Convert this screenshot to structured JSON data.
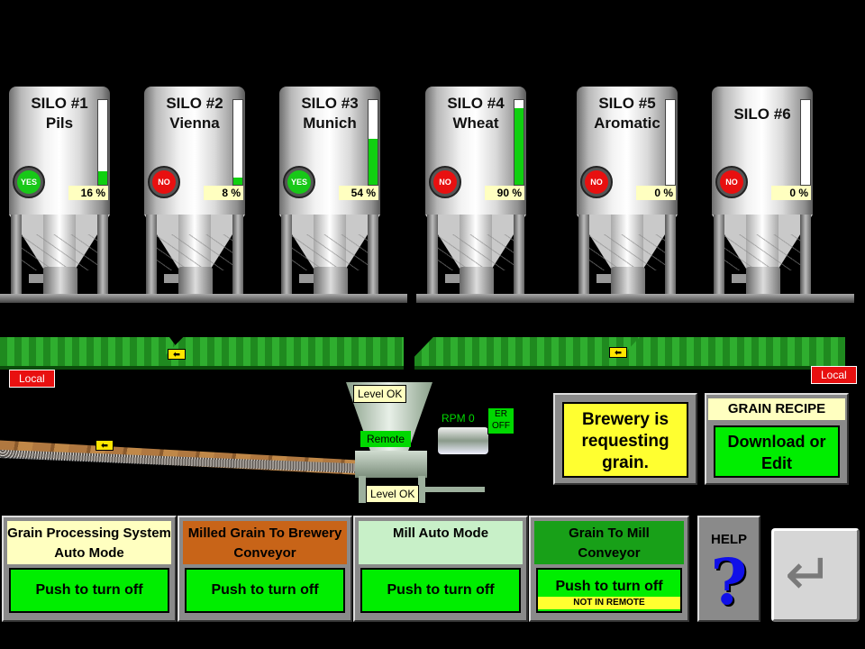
{
  "silos": [
    {
      "title": "SILO #1",
      "grain": "Pils",
      "status": "YES",
      "level": 16,
      "level_text": "16 %"
    },
    {
      "title": "SILO #2",
      "grain": "Vienna",
      "status": "NO",
      "level": 8,
      "level_text": "8 %"
    },
    {
      "title": "SILO #3",
      "grain": "Munich",
      "status": "YES",
      "level": 54,
      "level_text": "54 %"
    },
    {
      "title": "SILO #4",
      "grain": "Wheat",
      "status": "NO",
      "level": 90,
      "level_text": "90 %"
    },
    {
      "title": "SILO #5",
      "grain": "Aromatic",
      "status": "NO",
      "level": 0,
      "level_text": "0 %"
    },
    {
      "title": "SILO #6",
      "grain": "",
      "status": "NO",
      "level": 0,
      "level_text": "0 %"
    }
  ],
  "conveyors": {
    "left_tag": "Local",
    "right_tag": "Local"
  },
  "mill": {
    "hopper_level": "Level OK",
    "mode_tag": "Remote",
    "rpm_label": "RPM",
    "rpm_value": "0",
    "er_state": "ER OFF",
    "output_level": "Level OK"
  },
  "message": "Brewery is requesting grain.",
  "recipe": {
    "title": "GRAIN RECIPE",
    "button": "Download or Edit"
  },
  "panels": [
    {
      "title": "Grain Processing System Auto Mode",
      "button": "Push to turn off"
    },
    {
      "title": "Milled Grain To Brewery Conveyor",
      "button": "Push to turn off"
    },
    {
      "title": "Mill Auto Mode",
      "button": "Push to turn off"
    },
    {
      "title": "Grain To Mill Conveyor",
      "button": "Push to turn off",
      "note": "NOT IN REMOTE"
    }
  ],
  "help": {
    "label": "HELP",
    "glyph": "?"
  },
  "enter_key": {
    "icon": "enter-return-icon",
    "glyph": "↵"
  },
  "colors": {
    "on_green": "#00ee00",
    "alarm_red": "#e81010",
    "note_yellow": "#ffff30",
    "panel1_title": "#ffffc0",
    "panel2_title": "#c86418",
    "panel3_title": "#c8f0c8",
    "panel4_title": "#18a018"
  }
}
